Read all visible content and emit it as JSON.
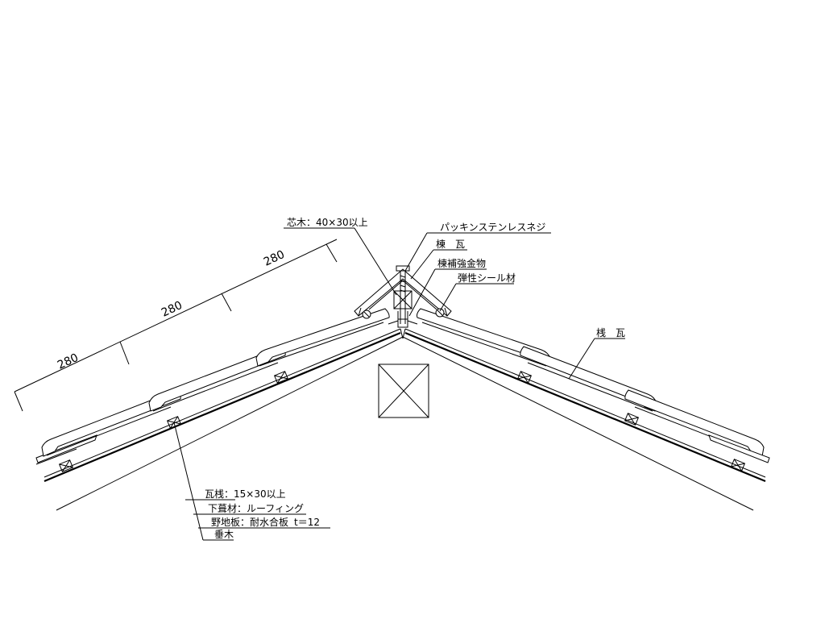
{
  "labels": {
    "core_wood": "芯木：40×30以上",
    "packing_screw": "パッキンステンレスネジ",
    "ridge_tile": "棟　瓦",
    "ridge_bracket": "棟補強金物",
    "sealant": "弾性シール材",
    "sanagawara": "桟　瓦",
    "batten": "瓦桟：15×30以上",
    "underlay": "下葺材：ルーフィング",
    "sheathing": "野地板：耐水合板",
    "sheathing_thickness": "t＝12",
    "rafter": "垂木"
  },
  "dimensions": [
    "280",
    "280",
    "280"
  ]
}
